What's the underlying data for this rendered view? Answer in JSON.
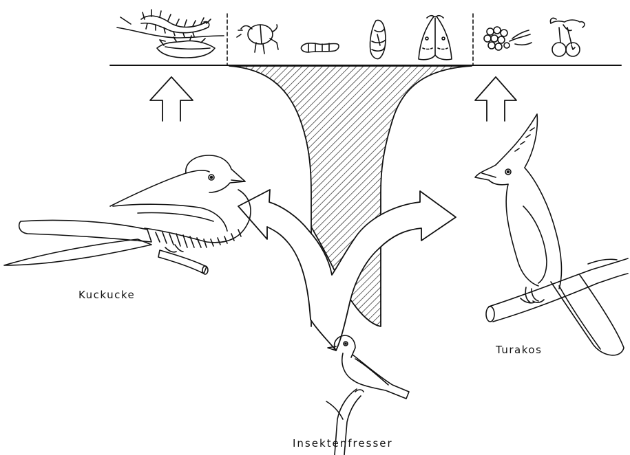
{
  "labels": {
    "kuckucke": "Kuckucke",
    "turakos": "Turakos",
    "insektenfresser": "Insektenfresser"
  },
  "food_panels": {
    "left": [
      "caterpillar",
      "leaf"
    ],
    "center": [
      "beetle",
      "larva",
      "pupa",
      "moth"
    ],
    "right": [
      "berries",
      "cherries"
    ]
  },
  "birds": [
    "cuckoo",
    "turaco",
    "insectivore"
  ],
  "colors": {
    "ink": "#111111",
    "background": "#ffffff"
  }
}
